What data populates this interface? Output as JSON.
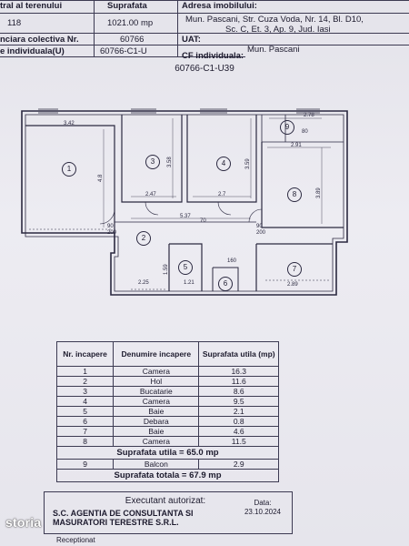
{
  "header": {
    "col1_title": "tral al terenului",
    "col1_value": "118",
    "col2_title": "Suprafata",
    "col2_value": "1021.00 mp",
    "addr_title": "Adresa imobilului:",
    "addr_line1": "Mun. Pascani, Str. Cuza Voda, Nr. 14, Bl. D10,",
    "addr_line2": "Sc. C, Et. 3, Ap. 9, Jud. Iasi",
    "row3_label": "nciara colectiva Nr.",
    "row3_value": "60766",
    "uat_label": "UAT:",
    "uat_value": "Mun. Pascani",
    "row4_label": "e individuala(U)",
    "row4_value": "60766-C1-U",
    "cf_label": "CF individuala:"
  },
  "plan": {
    "code": "60766-C1-U39",
    "rooms": [
      "1",
      "2",
      "3",
      "4",
      "5",
      "6",
      "7",
      "8",
      "9"
    ],
    "dims": {
      "r1_top": "3.42",
      "r1_side": "4.8",
      "r3_side": "3.58",
      "r4_side": "3.59",
      "r8_side": "3.89",
      "r3_bot": "2.47",
      "r4_bot": "2.7",
      "r8_top": "2.91",
      "r9_top": "2.78",
      "hall": "5.37",
      "r2_bot": "2.25",
      "r5_bot": "1.21",
      "r7_bot": "2.89",
      "r5_side": "1.59",
      "d_90": "90",
      "d_200": "200",
      "d_80": "80",
      "d_160": "160",
      "d_70": "70"
    }
  },
  "table": {
    "headers": [
      "Nr. incapere",
      "Denumire incapere",
      "Suprafata utila (mp)"
    ],
    "rows": [
      [
        "1",
        "Camera",
        "16.3"
      ],
      [
        "2",
        "Hol",
        "11.6"
      ],
      [
        "3",
        "Bucatarie",
        "8.6"
      ],
      [
        "4",
        "Camera",
        "9.5"
      ],
      [
        "5",
        "Baie",
        "2.1"
      ],
      [
        "6",
        "Debara",
        "0.8"
      ],
      [
        "7",
        "Baie",
        "4.6"
      ],
      [
        "8",
        "Camera",
        "11.5"
      ]
    ],
    "useful_total": "Suprafata utila = 65.0 mp",
    "balcony": [
      "9",
      "Balcon",
      "2.9"
    ],
    "grand_total": "Suprafata totala = 67.9 mp"
  },
  "executant": {
    "title": "Executant autorizat:",
    "line1": "S.C. AGENTIA DE CONSULTANTA SI",
    "line2": "MASURATORI TERESTRE S.R.L.",
    "date_label": "Data:",
    "date_value": "23.10.2024"
  },
  "watermark": "storia",
  "footer": "Receptionat"
}
